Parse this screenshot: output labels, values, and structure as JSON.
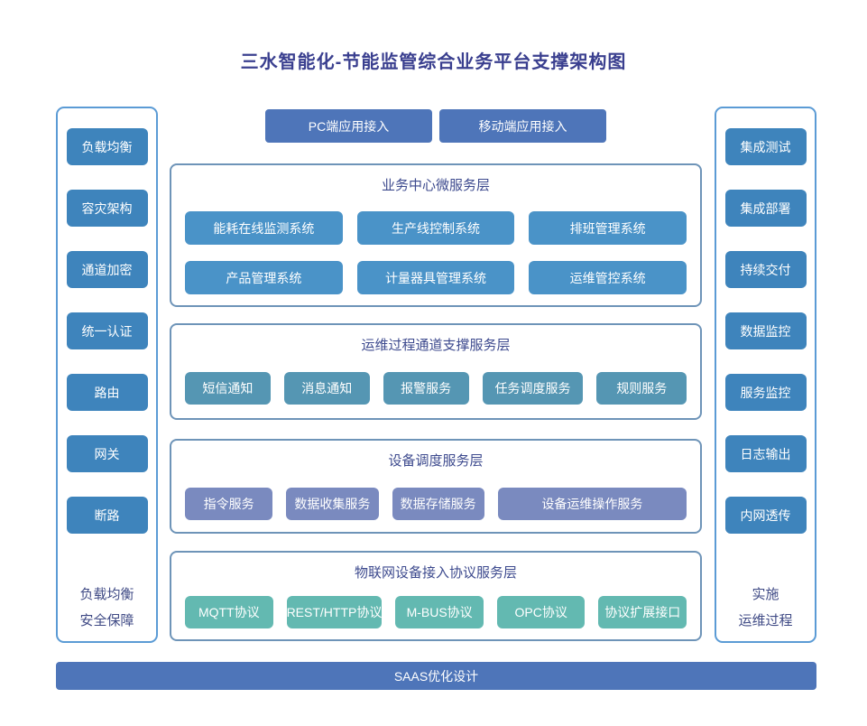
{
  "title": "三水智能化-节能监管综合业务平台支撑架构图",
  "top_buttons": {
    "pc": "PC端应用接入",
    "mobile": "移动端应用接入"
  },
  "left_sidebar": {
    "items": [
      "负载均衡",
      "容灾架构",
      "通道加密",
      "统一认证",
      "路由",
      "网关",
      "断路"
    ],
    "footer_line1": "负载均衡",
    "footer_line2": "安全保障"
  },
  "right_sidebar": {
    "items": [
      "集成测试",
      "集成部署",
      "持续交付",
      "数据监控",
      "服务监控",
      "日志输出",
      "内网透传"
    ],
    "footer_line1": "实施",
    "footer_line2": "运维过程"
  },
  "layers": [
    {
      "title": "业务中心微服务层",
      "rows": [
        [
          "能耗在线监测系统",
          "生产线控制系统",
          "排班管理系统"
        ],
        [
          "产品管理系统",
          "计量器具管理系统",
          "运维管控系统"
        ]
      ]
    },
    {
      "title": "运维过程通道支撑服务层",
      "rows": [
        [
          "短信通知",
          "消息通知",
          "报警服务",
          "任务调度服务",
          "规则服务"
        ]
      ]
    },
    {
      "title": "设备调度服务层",
      "rows": [
        [
          "指令服务",
          "数据收集服务",
          "数据存储服务",
          "设备运维操作服务"
        ]
      ]
    },
    {
      "title": "物联网设备接入协议服务层",
      "rows": [
        [
          "MQTT协议",
          "REST/HTTP协议",
          "M-BUS协议",
          "OPC协议",
          "协议扩展接口"
        ]
      ]
    }
  ],
  "bottom_bar": "SAAS优化设计",
  "colors": {
    "title_text": "#3a3f8f",
    "sidebar_border": "#5b9bd5",
    "sidebar_button": "#3e84bc",
    "panel_border": "#6e94b8",
    "panel_title_text": "#3d4a8e",
    "access_and_saas": "#4e75b9",
    "business_layer": "#4a93c8",
    "ops_channel_layer": "#5596b3",
    "device_layer": "#7a8abf",
    "protocol_layer": "#63b9b1"
  }
}
